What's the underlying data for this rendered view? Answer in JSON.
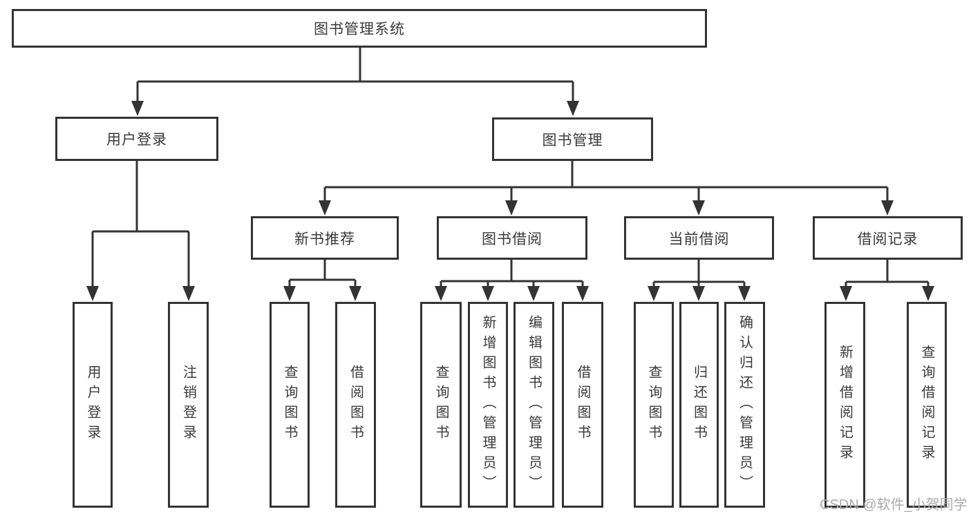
{
  "diagram": {
    "title": "图书管理系统",
    "root": {
      "label": "图书管理系统"
    },
    "level2": [
      {
        "label": "用户登录"
      },
      {
        "label": "图书管理"
      }
    ],
    "level3": [
      {
        "label": "新书推荐"
      },
      {
        "label": "图书借阅"
      },
      {
        "label": "当前借阅"
      },
      {
        "label": "借阅记录"
      }
    ],
    "leaves": [
      {
        "label": "用户登录"
      },
      {
        "label": "注销登录"
      },
      {
        "label": "查询图书"
      },
      {
        "label": "借阅图书"
      },
      {
        "label": "查询图书"
      },
      {
        "label": "新增图书（管理员）"
      },
      {
        "label": "编辑图书（管理员）"
      },
      {
        "label": "借阅图书"
      },
      {
        "label": "查询图书"
      },
      {
        "label": "归还图书"
      },
      {
        "label": "确认归还（管理员）"
      },
      {
        "label": "新增借阅记录"
      },
      {
        "label": "查询借阅记录"
      }
    ]
  },
  "watermark": {
    "text": "CSDN @软件_小贺同学"
  },
  "colors": {
    "line": "#333333",
    "border": "#333333",
    "text": "#3a3a3a",
    "watermark": "#ababab",
    "background": "#ffffff"
  }
}
